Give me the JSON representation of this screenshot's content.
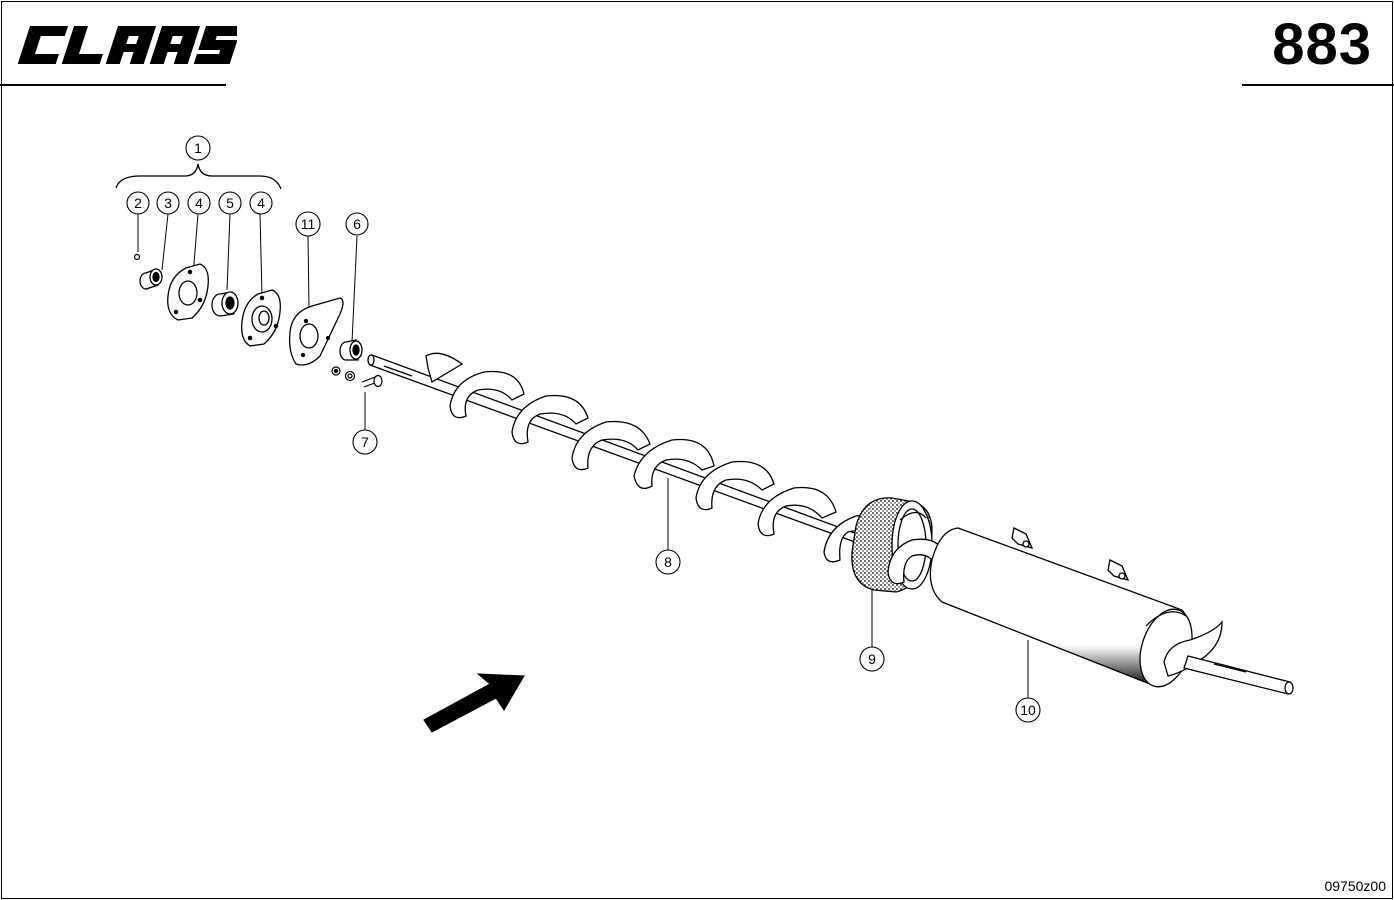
{
  "header": {
    "brand_logo_text": "CLAAS",
    "page_number": "883"
  },
  "footer": {
    "drawing_code": "09750z00"
  },
  "callouts": {
    "c1": "1",
    "c2": "2",
    "c3": "3",
    "c4a": "4",
    "c5": "5",
    "c4b": "4",
    "c11": "11",
    "c6": "6",
    "c7": "7",
    "c8": "8",
    "c9": "9",
    "c10": "10"
  }
}
